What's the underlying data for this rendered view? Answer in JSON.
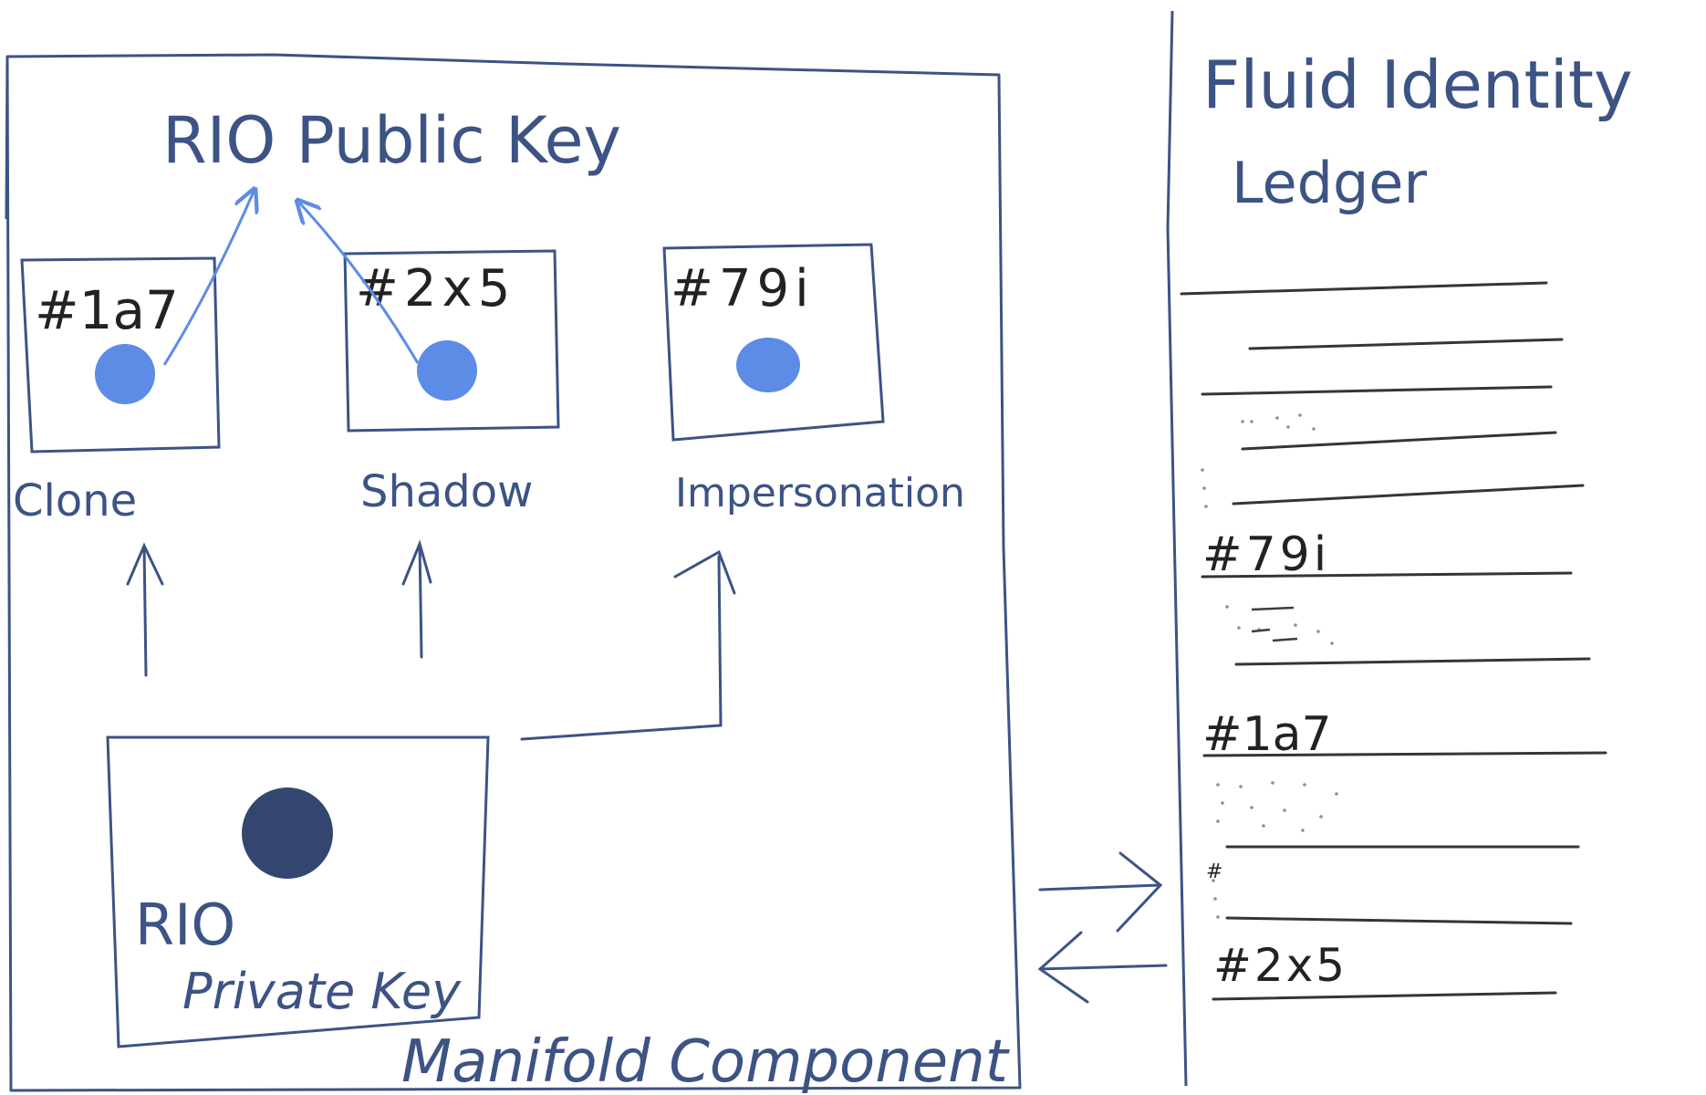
{
  "colors": {
    "ink": "#3c5384",
    "ledger_line": "#33353b",
    "token_blue": "#5c8ce6",
    "key_dark": "#34466f",
    "paper": "#ffffff"
  },
  "component": {
    "label": "Manifold Component"
  },
  "public_key": {
    "label": "RIO Public Key"
  },
  "private_key": {
    "line1": "RIO",
    "line2": "Private Key"
  },
  "identities": [
    {
      "id": "#1a7",
      "label": "Clone",
      "linked_to_public_key": true
    },
    {
      "id": "#2x5",
      "label": "Shadow",
      "linked_to_public_key": true
    },
    {
      "id": "#79i",
      "label": "Impersonation",
      "linked_to_public_key": false
    }
  ],
  "ledger": {
    "title_line1": "Fluid Identity",
    "title_line2": "Ledger",
    "entries": [
      "#79i",
      "#1a7",
      "#2x5"
    ],
    "partial_entry": "#"
  },
  "flows": [
    {
      "from": "Manifold Component",
      "to": "Fluid Identity Ledger"
    },
    {
      "from": "Fluid Identity Ledger",
      "to": "Manifold Component"
    }
  ]
}
